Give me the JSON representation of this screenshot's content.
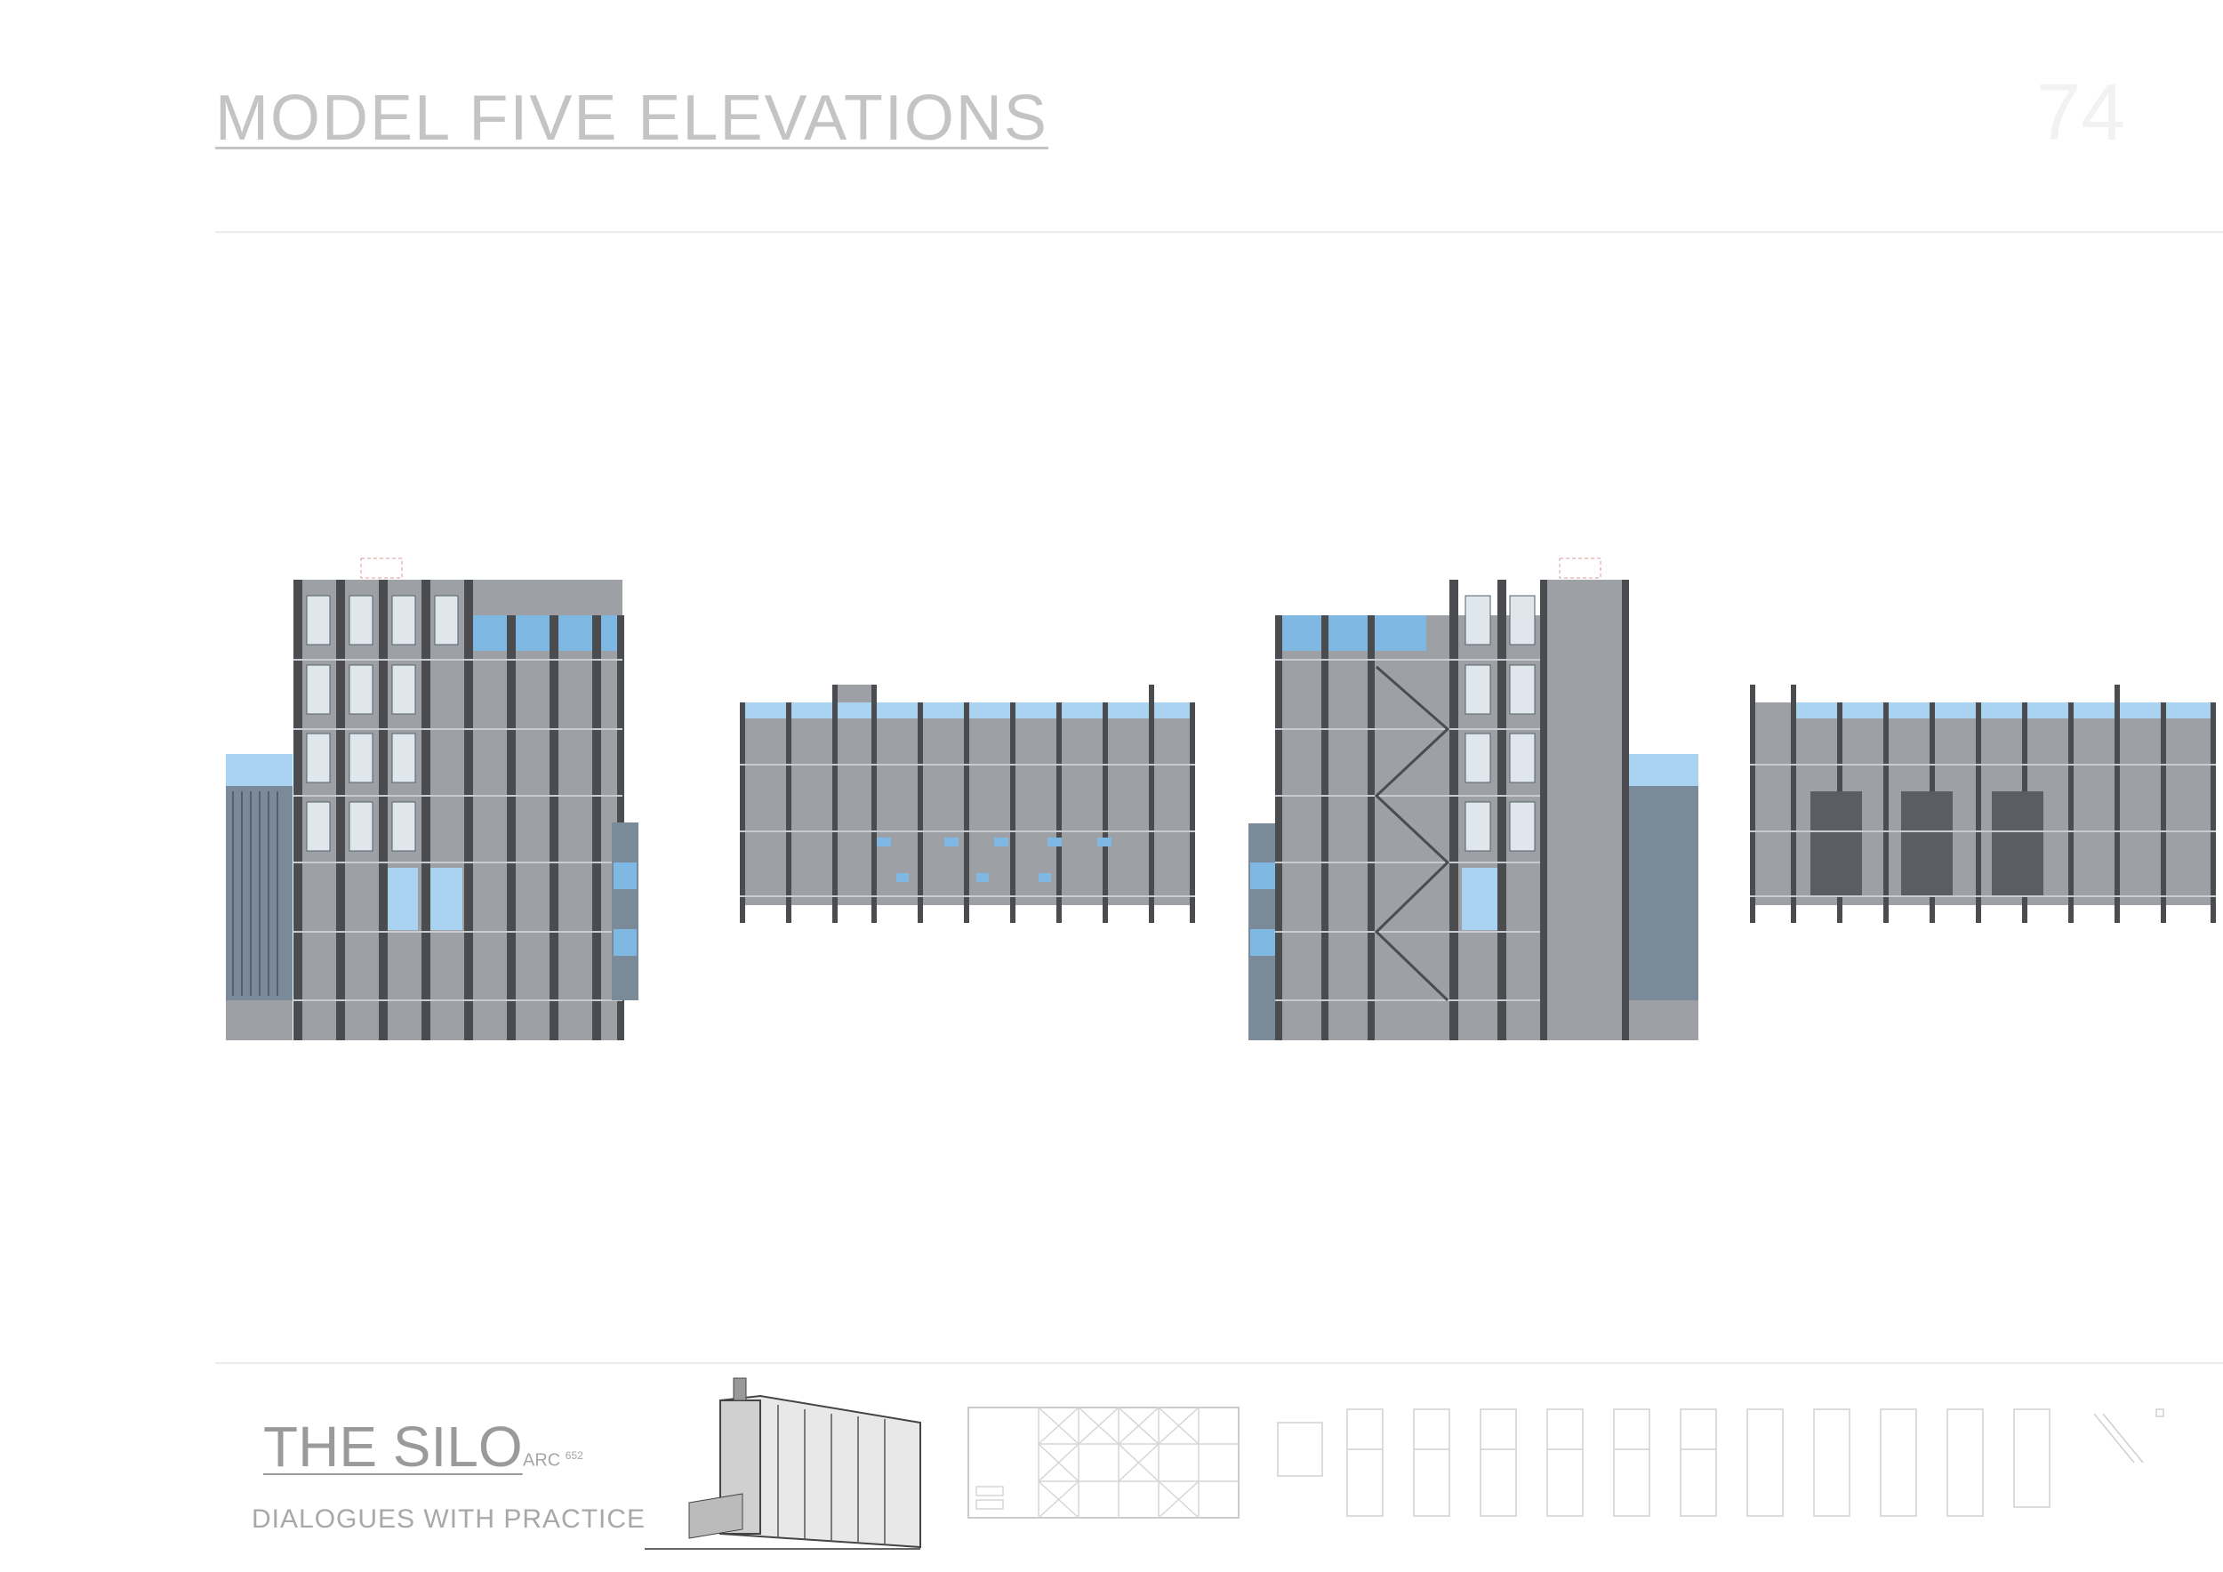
{
  "header": {
    "title": "MODEL FIVE ELEVATIONS",
    "page_number": "74"
  },
  "footer": {
    "project_title": "THE SILO",
    "course_code": "ARC",
    "course_number": "652",
    "subtitle": "DIALOGUES WITH PRACTICE"
  },
  "colors": {
    "concrete": "#9da1a6",
    "concrete_dark": "#80858a",
    "column": "#4a4c50",
    "glass": "#7fb8e3",
    "glass_light": "#a9d3f1",
    "text_grey": "#9a9a9a"
  },
  "icons": [
    "elevation-drawing",
    "building-sketch",
    "floor-plan-thumbnail"
  ]
}
